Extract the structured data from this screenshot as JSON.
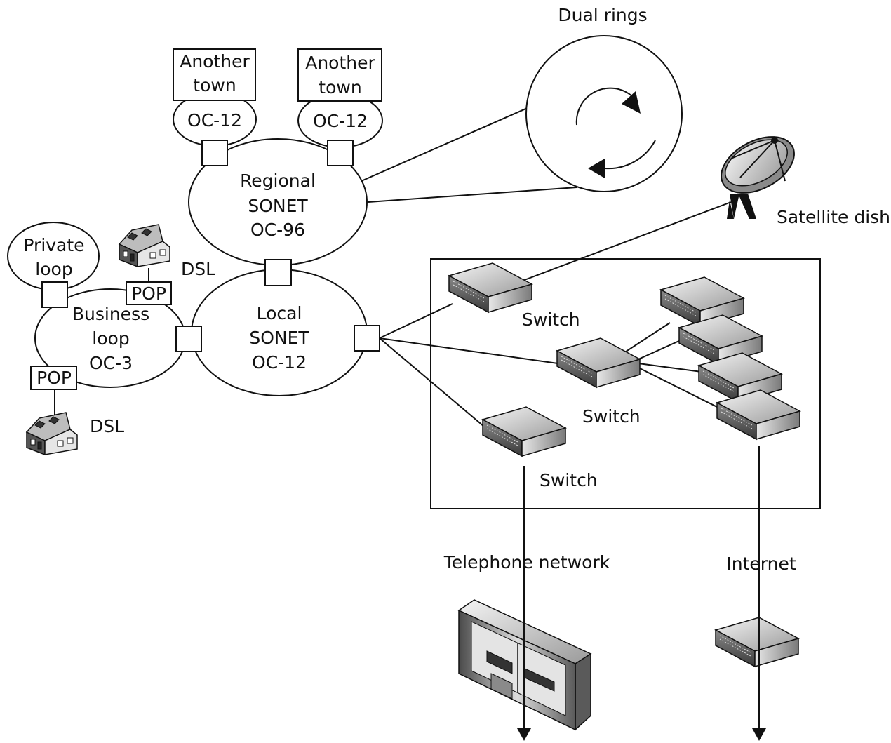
{
  "labels": {
    "dual_rings": "Dual rings",
    "another_town_1": [
      "Another",
      "town"
    ],
    "another_town_2": [
      "Another",
      "town"
    ],
    "oc12_a": "OC-12",
    "oc12_b": "OC-12",
    "regional": [
      "Regional",
      "SONET",
      "OC-96"
    ],
    "local": [
      "Local",
      "SONET",
      "OC-12"
    ],
    "business": [
      "Business",
      "loop",
      "OC-3"
    ],
    "private": [
      "Private",
      "loop"
    ],
    "pop_1": "POP",
    "pop_2": "POP",
    "dsl_1": "DSL",
    "dsl_2": "DSL",
    "satellite": "Satellite dish",
    "switch_1": "Switch",
    "switch_2": "Switch",
    "switch_3": "Switch",
    "telephone": "Telephone network",
    "internet": "Internet"
  },
  "icons": [
    "house-icon",
    "switch-icon",
    "server-icon",
    "router-icon",
    "satellite-dish-icon",
    "telephone-exchange-icon"
  ]
}
